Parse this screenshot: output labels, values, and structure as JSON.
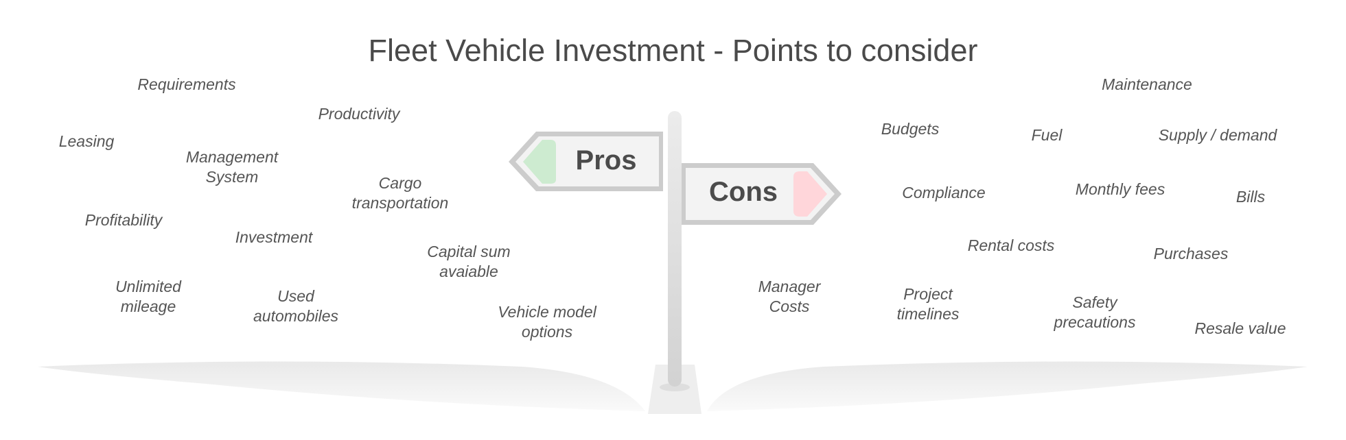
{
  "title": "Fleet Vehicle Investment - Points to consider",
  "colors": {
    "pros_accent": "#cdebd0",
    "cons_accent": "#ffd6da",
    "sign_border": "#cccccc",
    "sign_fill": "#f3f3f3",
    "text": "#555555"
  },
  "signpost": {
    "pros_label": "Pros",
    "cons_label": "Cons"
  },
  "pros": [
    "Requirements",
    "Productivity",
    "Leasing",
    "Management\nSystem",
    "Cargo\ntransportation",
    "Profitability",
    "Investment",
    "Capital sum\navaiable",
    "Unlimited\nmileage",
    "Used\nautomobiles",
    "Vehicle model\noptions"
  ],
  "cons": [
    "Maintenance",
    "Budgets",
    "Fuel",
    "Supply / demand",
    "Compliance",
    "Monthly fees",
    "Bills",
    "Rental costs",
    "Purchases",
    "Manager\nCosts",
    "Project\ntimelines",
    "Safety\nprecautions",
    "Resale value"
  ]
}
